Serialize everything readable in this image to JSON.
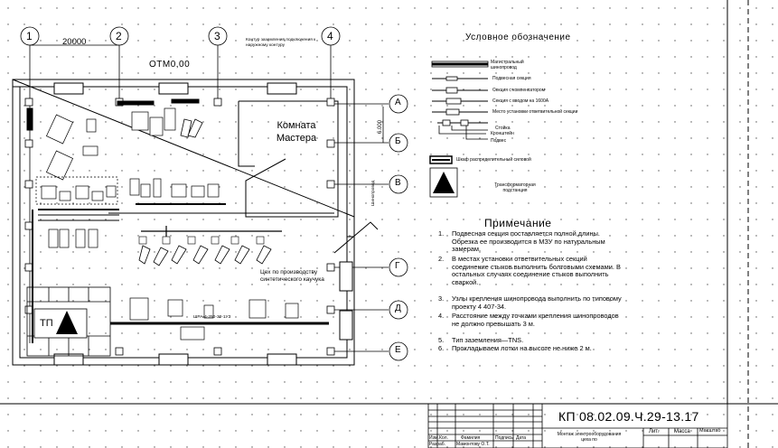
{
  "plan": {
    "elevation_label": "ОТМ0,00",
    "dimension_label": "20000",
    "room_label": "Комната Мастера",
    "substation_label": "ТП",
    "ground_note": "Контур заземления подключения к наружному контуру",
    "shop_note": "Цех по производству синтетического каучука",
    "busbar_label": "ШРА-4-250-32-1УЗ",
    "side_label": "Шинопровод",
    "span_label": "6.000",
    "axes_numeric": [
      "1",
      "2",
      "3",
      "4"
    ],
    "axes_letter": [
      "А",
      "Б",
      "В",
      "Г",
      "Д",
      "Е"
    ]
  },
  "legend": {
    "title": "Условное обозначение",
    "items": [
      "Магистральный шинопровод",
      "Подвесная секция",
      "Секция с компенсатором",
      "Секция с вводом на 1600А",
      "Место установки ответвительной секции",
      "Стойка",
      "Кронштейн",
      "Подвес",
      "Шкаф распределительный силовой",
      "Трансформаторная подстанция"
    ]
  },
  "notes": {
    "title": "Примечание",
    "items": [
      {
        "num": "1.",
        "text": "Подвесная секция поставляется полной длины. Обрезка ее производится в МЗУ по натуральным замерам."
      },
      {
        "num": "2.",
        "text": "В местах установки ответвительных секций соединение стыков выполнить болтовыми схемами. В остальных случаях соединение стыков выполнить сваркой."
      },
      {
        "num": "3.",
        "text": "Узлы крепления шинопровода выполнить по типовому проекту 4 407-34."
      },
      {
        "num": "4.",
        "text": "Расстояние между точками крепления шинопроводов не должно превышать 3 м."
      },
      {
        "num": "5.",
        "text": "Тип заземления—TNS."
      },
      {
        "num": "6.",
        "text": "Прокладываем лотки на высоте не ниже 2 м."
      }
    ]
  },
  "title_block": {
    "code": "КП 08.02.09.Ч.29-13.17",
    "headers": [
      "Изм.",
      "Кол.",
      "Фамилия",
      "Подпись",
      "Дата"
    ],
    "signer_row": [
      "Разраб.",
      "Мамонтову О.Т."
    ],
    "sheet_title": "Монтаж электрооборудования цеха по",
    "lit_label": "Лит.",
    "mass_label": "Масса",
    "scale_label": "Масштаб"
  }
}
